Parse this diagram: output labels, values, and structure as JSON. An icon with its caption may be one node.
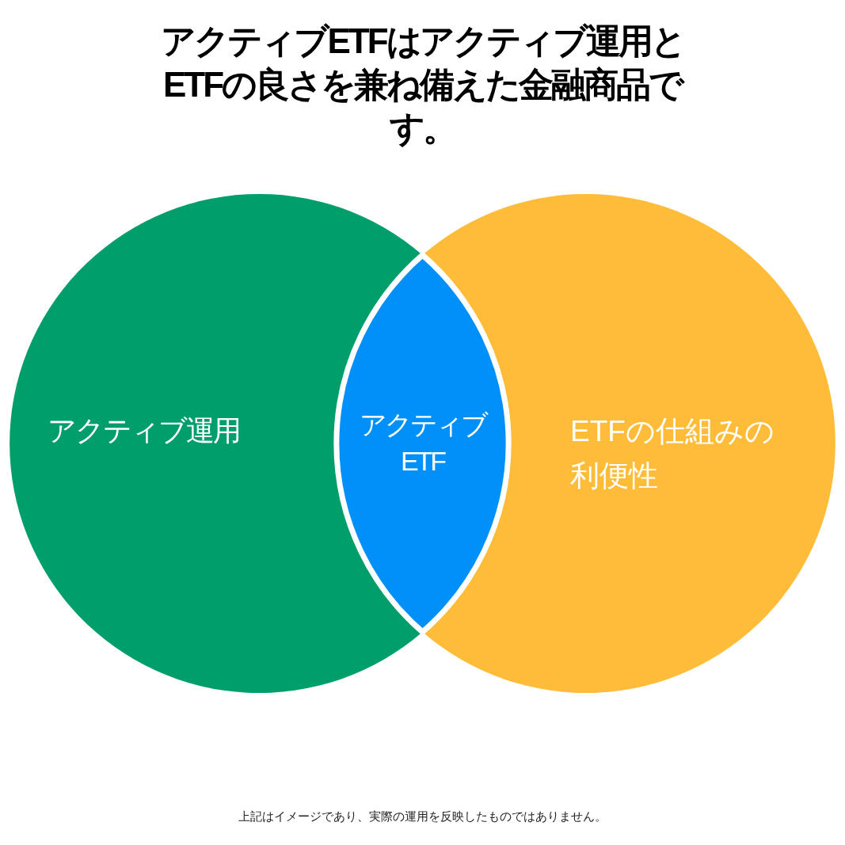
{
  "diagram": {
    "title": "アクティブETFはアクティブ運用とETFの良さを兼ね備えた金融商品です。",
    "nodes": [
      {
        "text": [
          "アクティブ運用"
        ]
      },
      {
        "text": [
          "アクティブETF"
        ]
      },
      {
        "text": [
          "ETFの仕組みの利便性"
        ]
      }
    ],
    "caption": "上記はイメージであり、実際の運用を反映したものではありません。"
  }
}
